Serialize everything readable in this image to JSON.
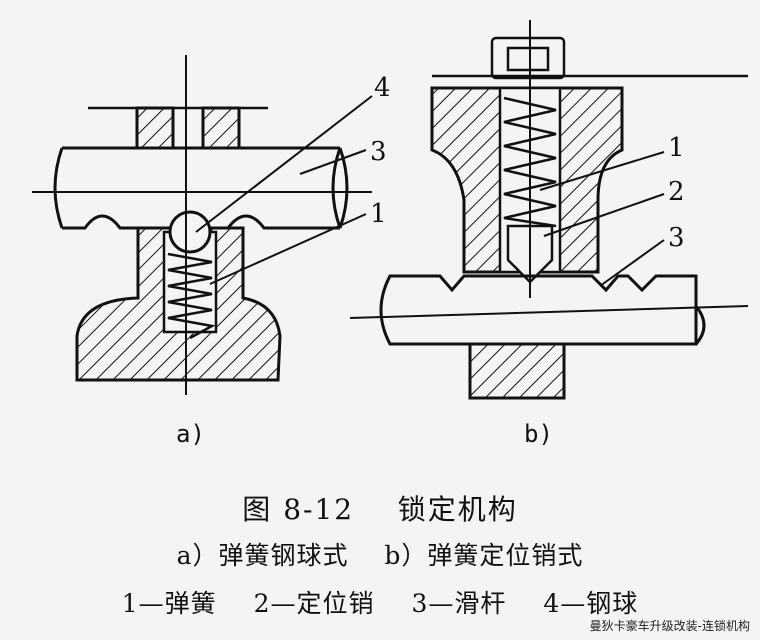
{
  "figure_a": {
    "label": "a)",
    "parts": [
      "4",
      "3",
      "1"
    ]
  },
  "figure_b": {
    "label": "b)",
    "parts": [
      "1",
      "2",
      "3"
    ]
  },
  "caption": {
    "title_prefix": "图",
    "figure_number": "8-12",
    "title": "锁定机构",
    "sub_a": "a）弹簧钢球式",
    "sub_b": "b）弹簧定位销式",
    "legend": [
      "1—弹簧",
      "2—定位销",
      "3—滑杆",
      "4—钢球"
    ]
  },
  "watermark": "曼狄卡豪车升级改装-连锁机构"
}
